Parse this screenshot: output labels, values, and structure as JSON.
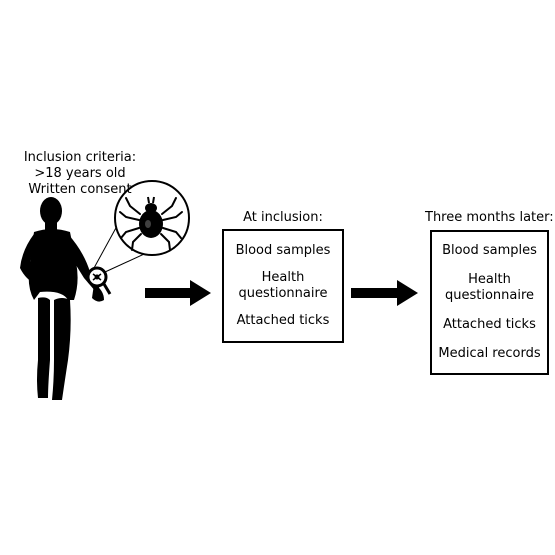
{
  "inclusion_criteria": {
    "lines": [
      "Inclusion criteria:",
      ">18 years old",
      "Written consent"
    ]
  },
  "at_inclusion": {
    "title": "At inclusion:",
    "items": [
      "Blood samples",
      "Health\nquestionnaire",
      "Attached ticks"
    ]
  },
  "three_months_later": {
    "title": "Three months later:",
    "items": [
      "Blood samples",
      "Health\nquestionnaire",
      "Attached ticks",
      "Medical records"
    ]
  },
  "icons": {
    "person": "person-silhouette-icon",
    "tick": "tick-icon",
    "magnifier": "magnifier-icon",
    "arrow": "right-arrow-icon"
  },
  "colors": {
    "ink": "#000000",
    "background": "#ffffff"
  }
}
